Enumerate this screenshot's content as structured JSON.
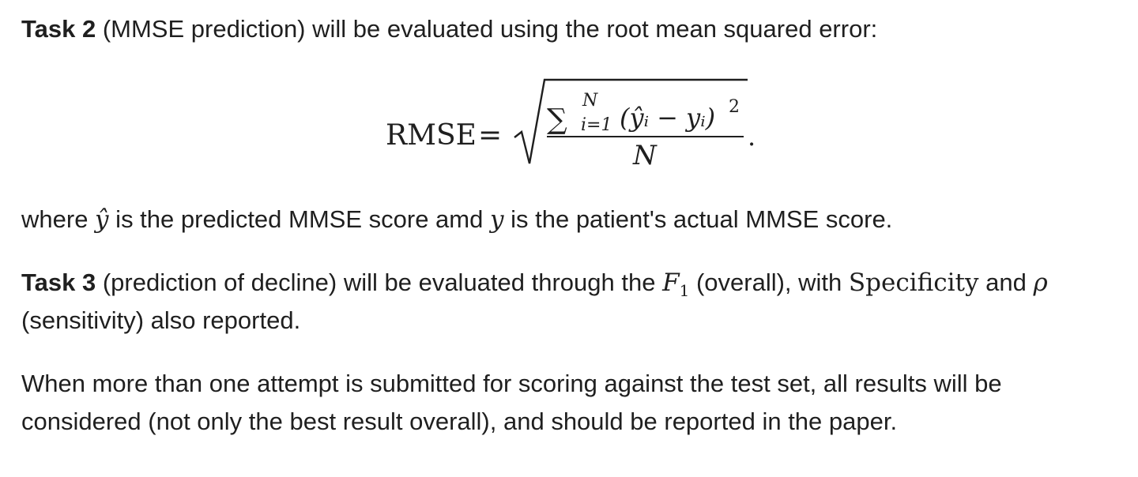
{
  "task2": {
    "label": "Task 2",
    "text": " (MMSE prediction) will be evaluated using the root mean squared error:"
  },
  "formula": {
    "lhs": "RMSE",
    "equals": "=",
    "sum_symbol": "∑",
    "sum_upper": "N",
    "sum_lower": "i=1",
    "numerator_term": "(ŷᵢ − yᵢ)",
    "exponent": "2",
    "denominator": "N",
    "trailing": "."
  },
  "where": {
    "prefix": "where ",
    "yhat": "ŷ",
    "mid1": " is the predicted MMSE score amd ",
    "y": "y",
    "mid2": " is the patient's actual MMSE score."
  },
  "task3": {
    "label": "Task 3",
    "text1": " (prediction of decline) will be evaluated through the ",
    "f": "F",
    "f_sub": "1",
    "text2": " (overall), with ",
    "specificity": "Specificity",
    "text3": " and ",
    "rho": "ρ",
    "line2": "(sensitivity) also reported."
  },
  "closing": {
    "line1": "When more than one attempt is submitted for scoring against the test set, all results will be",
    "line2": "considered (not only the best result overall), and should be reported in the paper."
  }
}
